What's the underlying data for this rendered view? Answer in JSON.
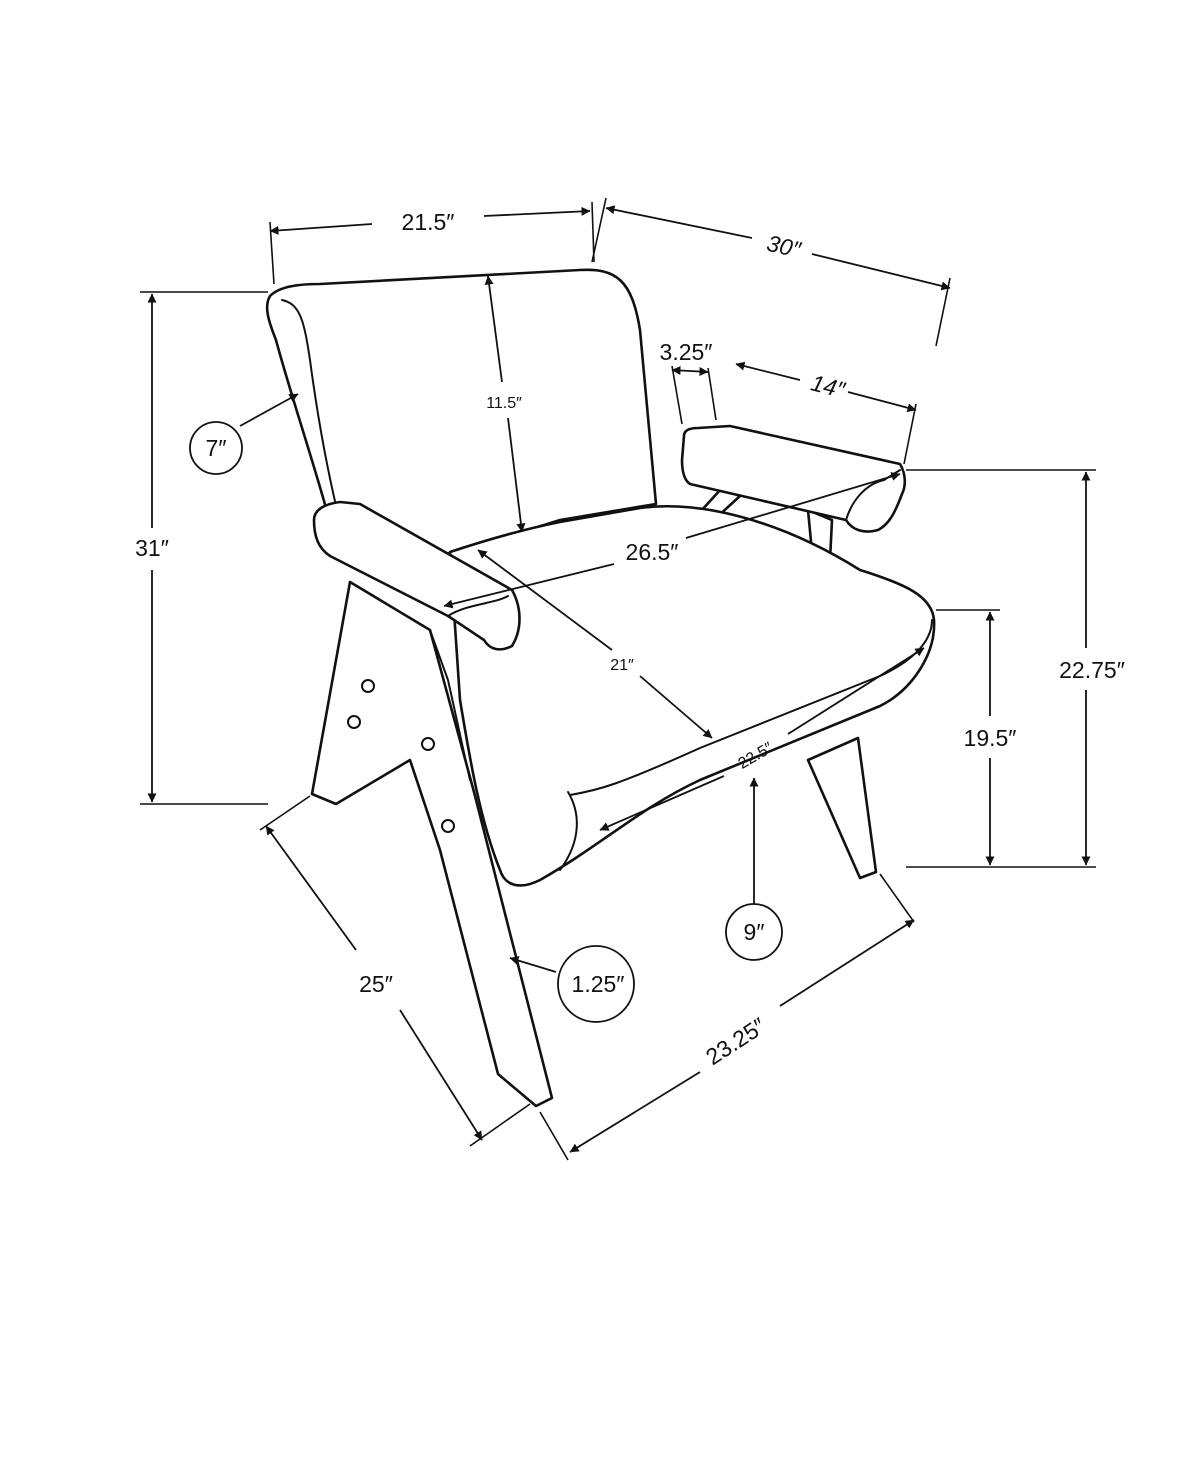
{
  "colors": {
    "line": "#111111",
    "background": "#ffffff"
  },
  "dimensions": {
    "back_width": "21.5″",
    "overall_width": "30″",
    "arm_depth": "3.25″",
    "arm_length": "14″",
    "back_height": "11.5″",
    "back_thickness": "7″",
    "overall_height": "31″",
    "arm_diagonal": "26.5″",
    "seat_depth": "21″",
    "seat_width": "22.5″",
    "arm_height": "22.75″",
    "seat_height": "19.5″",
    "seat_thickness": "9″",
    "overall_depth": "25″",
    "leg_thickness": "1.25″",
    "front_width": "23.25″"
  }
}
